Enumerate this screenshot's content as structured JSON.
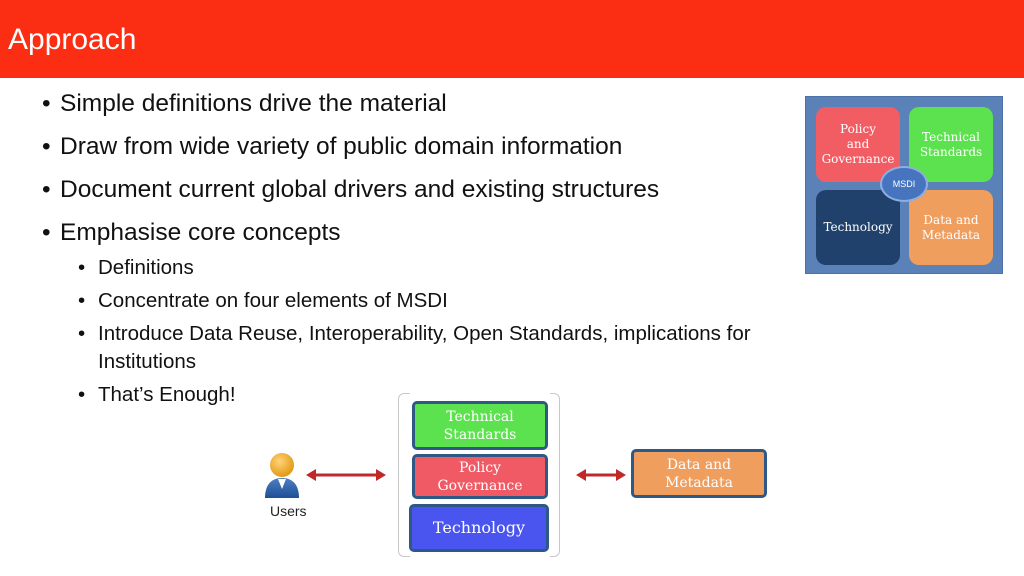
{
  "slide": {
    "title": "Approach",
    "bullets": [
      "Simple definitions drive the material",
      "Draw from wide variety of public domain information",
      "Document current global drivers and existing structures",
      "Emphasise core concepts"
    ],
    "sub_bullets": [
      "Definitions",
      "Concentrate on four elements of MSDI",
      "Introduce Data Reuse, Interoperability, Open Standards, implications for",
      "Institutions",
      "That’s Enough!"
    ],
    "bullet_char": "•"
  },
  "msdi_diagram": {
    "policy_line1": "Policy",
    "policy_line2": "and",
    "policy_line3": "Governance",
    "tech_std_line1": "Technical",
    "tech_std_line2": "Standards",
    "technology": "Technology",
    "data_line1": "Data and",
    "data_line2": "Metadata",
    "center": "MSDI"
  },
  "flow_diagram": {
    "users": "Users",
    "tech_std_line1": "Technical",
    "tech_std_line2": "Standards",
    "policy_line1": "Policy",
    "policy_line2": "Governance",
    "technology": "Technology",
    "data_line1": "Data and",
    "data_line2": "Metadata"
  },
  "colors": {
    "title_bar": "#fb2e13",
    "panel_bg": "#5b81b9",
    "green": "#5de24f",
    "red_box": "#f25c63",
    "navy": "#20416c",
    "orange": "#ef9e5e",
    "blue_box": "#4a55ef",
    "arrow_red": "#c0282a"
  }
}
